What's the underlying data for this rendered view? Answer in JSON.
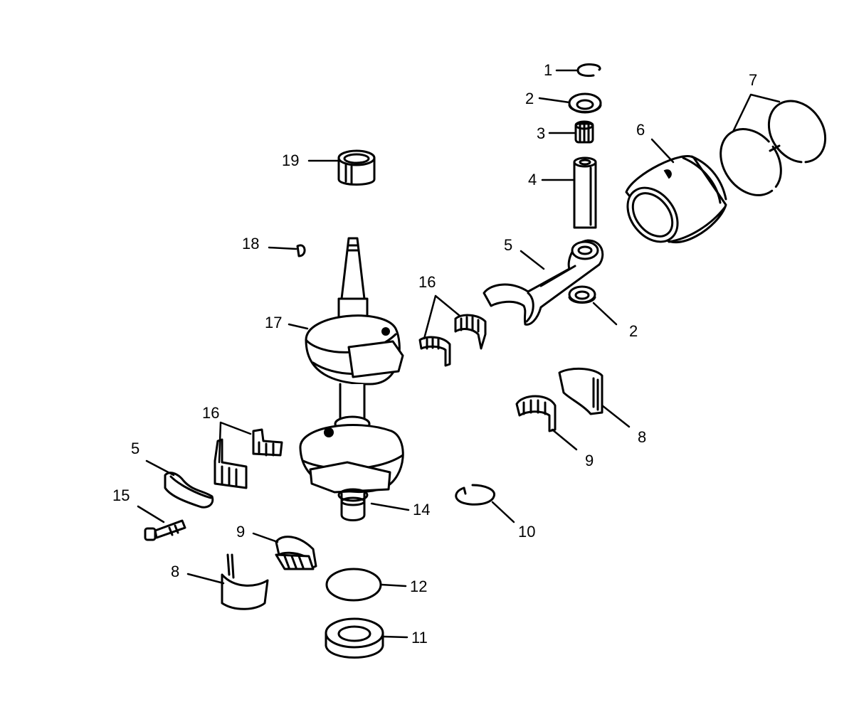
{
  "diagram": {
    "callouts": [
      {
        "id": "c1",
        "text": "1"
      },
      {
        "id": "c2a",
        "text": "2"
      },
      {
        "id": "c3",
        "text": "3"
      },
      {
        "id": "c4",
        "text": "4"
      },
      {
        "id": "c5a",
        "text": "5"
      },
      {
        "id": "c6",
        "text": "6"
      },
      {
        "id": "c7",
        "text": "7"
      },
      {
        "id": "c2b",
        "text": "2"
      },
      {
        "id": "c19",
        "text": "19"
      },
      {
        "id": "c18",
        "text": "18"
      },
      {
        "id": "c16a",
        "text": "16"
      },
      {
        "id": "c17",
        "text": "17"
      },
      {
        "id": "c8a",
        "text": "8"
      },
      {
        "id": "c9a",
        "text": "9"
      },
      {
        "id": "c16b",
        "text": "16"
      },
      {
        "id": "c5b",
        "text": "5"
      },
      {
        "id": "c15",
        "text": "15"
      },
      {
        "id": "c14",
        "text": "14"
      },
      {
        "id": "c10",
        "text": "10"
      },
      {
        "id": "c9b",
        "text": "9"
      },
      {
        "id": "c8b",
        "text": "8"
      },
      {
        "id": "c12",
        "text": "12"
      },
      {
        "id": "c11",
        "text": "11"
      }
    ]
  }
}
